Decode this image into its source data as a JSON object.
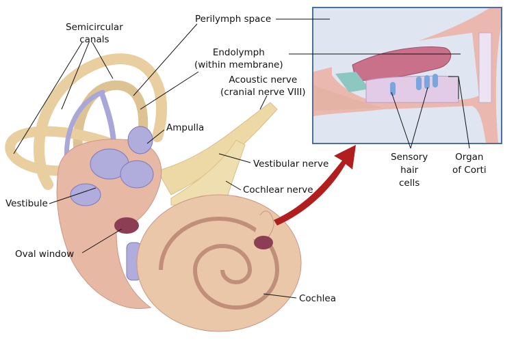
{
  "title": "Inner ear anatomy",
  "labels": {
    "semicircular_canals": [
      "Semicircular",
      "canals"
    ],
    "perilymph_space": "Perilymph space",
    "endolymph": [
      "Endolymph",
      "(within membrane)"
    ],
    "acoustic_nerve": [
      "Acoustic nerve",
      "(cranial nerve VIII)"
    ],
    "ampulla": "Ampulla",
    "vestibular_nerve": "Vestibular nerve",
    "cochlear_nerve": "Cochlear nerve",
    "vestibule": "Vestibule",
    "oval_window": "Oval window",
    "cochlea": "Cochlea",
    "sensory_hair_cells": [
      "Sensory",
      "hair",
      "cells"
    ],
    "organ_of_corti": [
      "Organ",
      "of Corti"
    ]
  },
  "colors": {
    "inset_border": "#4a6fa5",
    "inset_bg": "#dfe6f2",
    "tissue": "#e8b9a8",
    "membrane": "#c9708a",
    "canal": "#e9cfa0",
    "endolymph": "#a9a6d8",
    "arrow": "#b01e1e",
    "nerve": "#ecd9a6"
  }
}
